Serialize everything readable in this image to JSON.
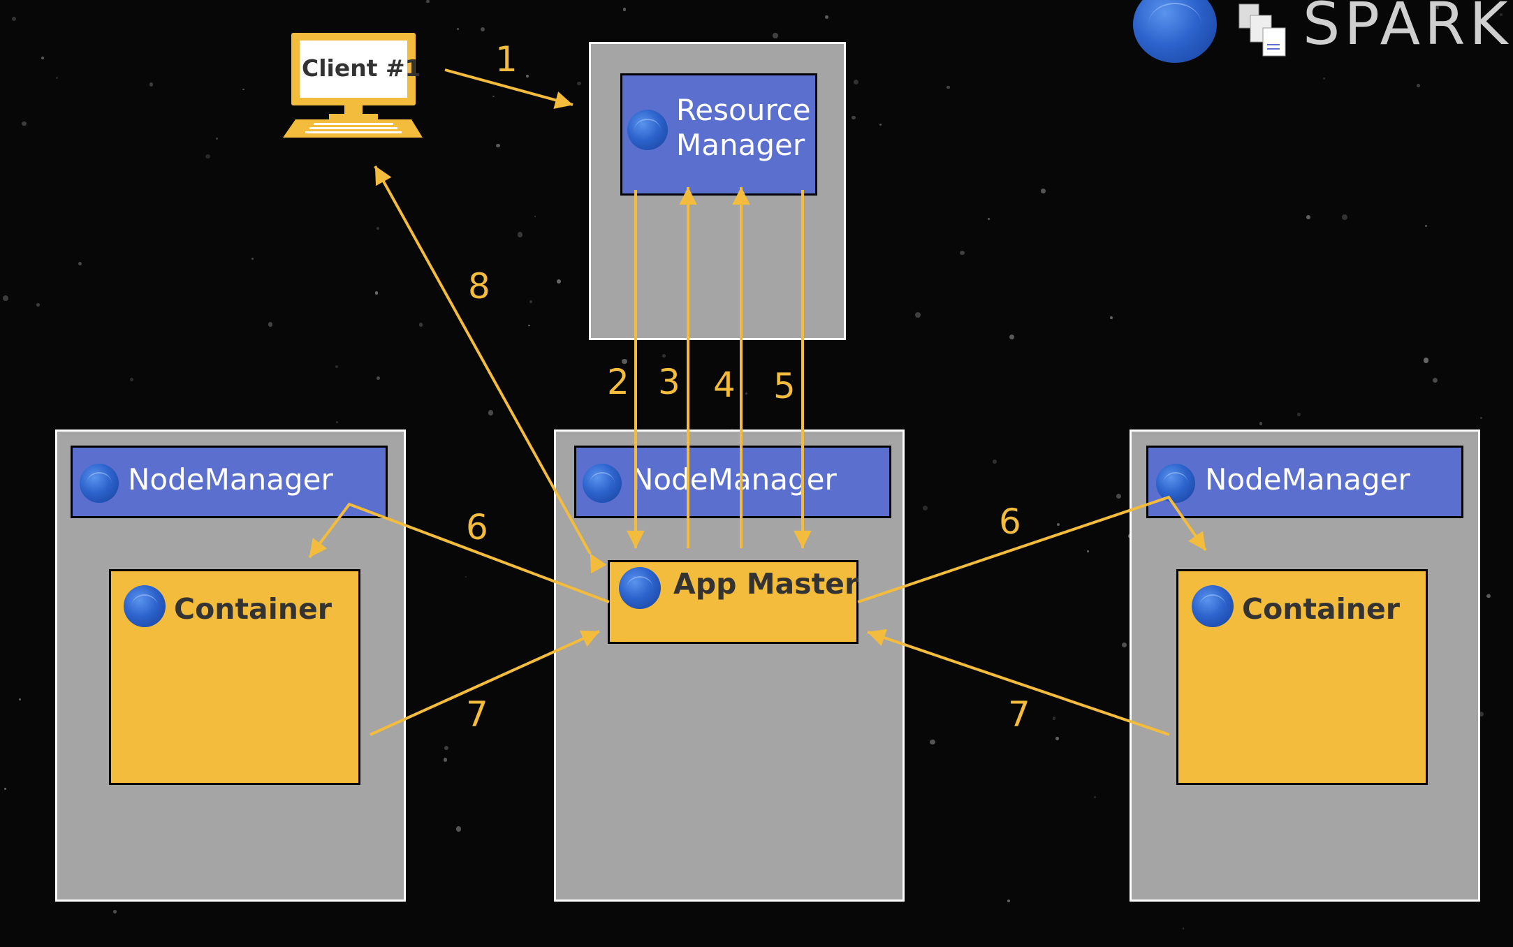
{
  "client": {
    "label": "Client #1"
  },
  "resource_manager": {
    "label_line1": "Resource",
    "label_line2": "Manager"
  },
  "node_managers": [
    {
      "label": "NodeManager"
    },
    {
      "label": "NodeManager"
    },
    {
      "label": "NodeManager"
    }
  ],
  "app_master": {
    "label": "App Master"
  },
  "containers": [
    {
      "label": "Container"
    },
    {
      "label": "Container"
    }
  ],
  "steps": {
    "s1": "1",
    "s2": "2",
    "s3": "3",
    "s4": "4",
    "s5": "5",
    "s6_left": "6",
    "s6_right": "6",
    "s7_left": "7",
    "s7_right": "7",
    "s8": "8"
  },
  "brand": {
    "text": "SPARK"
  },
  "colors": {
    "background": "#070707",
    "server_fill": "#a5a5a5",
    "manager_blue": "#5b6fcf",
    "accent_yellow": "#f4bc3c"
  }
}
